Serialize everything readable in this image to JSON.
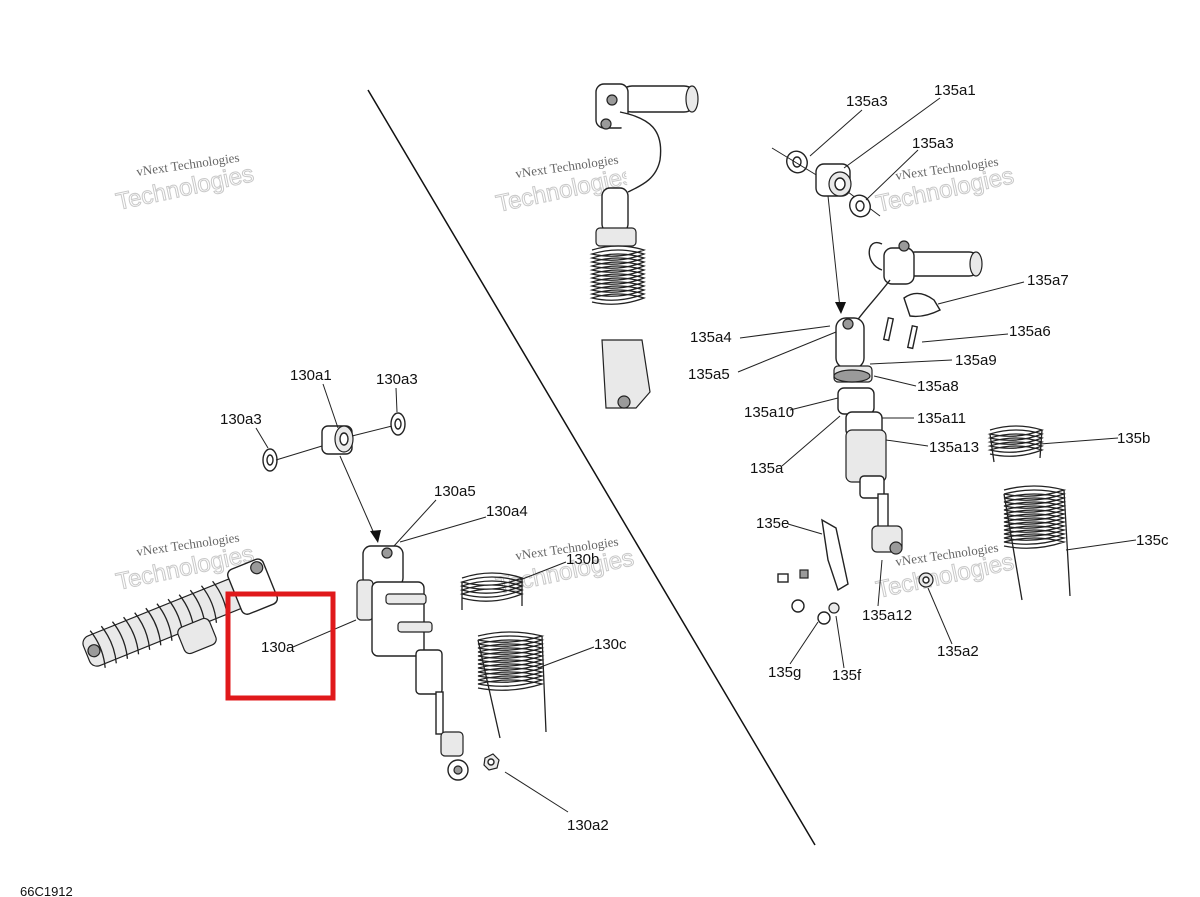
{
  "figure_code": "66C1912",
  "watermark": {
    "line1": "vNext Technologies",
    "line2": "Technologies"
  },
  "highlight_color": "#e0191b",
  "labels": {
    "a1_130": "130a1",
    "a3_130_r": "130a3",
    "a3_130_l": "130a3",
    "a5_130": "130a5",
    "a4_130": "130a4",
    "b_130": "130b",
    "c_130": "130c",
    "a_130": "130a",
    "a2_130": "130a2",
    "a3_135_l": "135a3",
    "a1_135": "135a1",
    "a3_135_r": "135a3",
    "a7_135": "135a7",
    "a6_135": "135a6",
    "a4_135": "135a4",
    "a5_135": "135a5",
    "a9_135": "135a9",
    "a8_135": "135a8",
    "a10_135": "135a10",
    "a11_135": "135a11",
    "a13_135": "135a13",
    "a_135": "135a",
    "b_135": "135b",
    "c_135": "135c",
    "e_135": "135e",
    "a12_135": "135a12",
    "a2_135": "135a2",
    "g_135": "135g",
    "f_135": "135f"
  }
}
